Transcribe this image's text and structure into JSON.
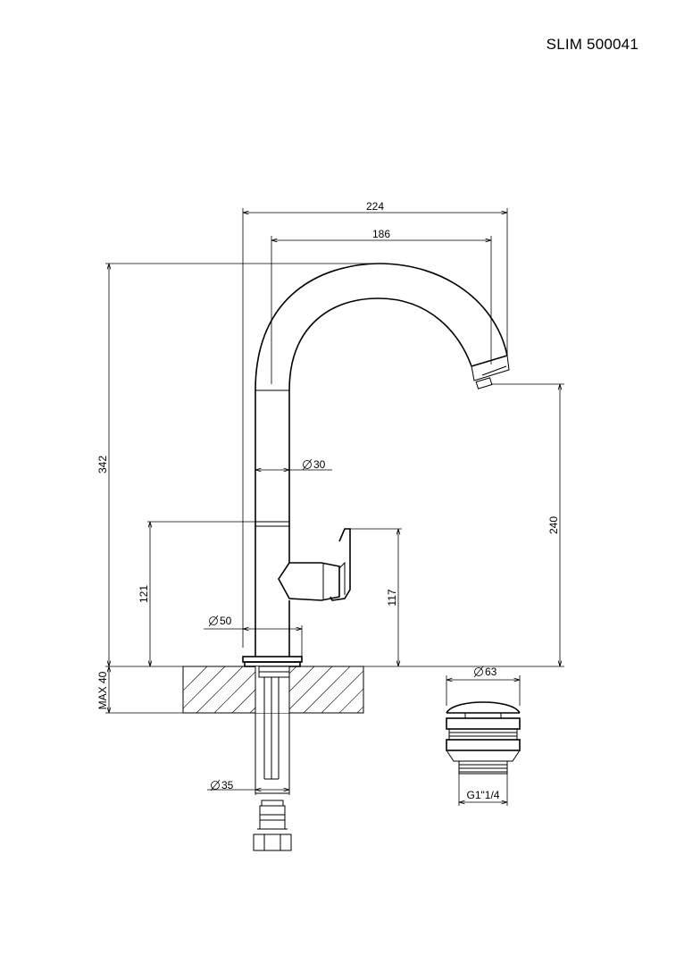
{
  "title": "SLIM 500041",
  "dimensions": {
    "width_total": "224",
    "width_spout": "186",
    "height_total": "342",
    "spout_height": "240",
    "body_dia": "30",
    "lever_height": "121",
    "handle_height": "117",
    "base_dia": "50",
    "deck_max": "MAX 40",
    "shank_dia": "35",
    "waste_dia": "63",
    "waste_thread": "G1\"1/4"
  },
  "colors": {
    "line": "#000000",
    "background": "#ffffff"
  }
}
